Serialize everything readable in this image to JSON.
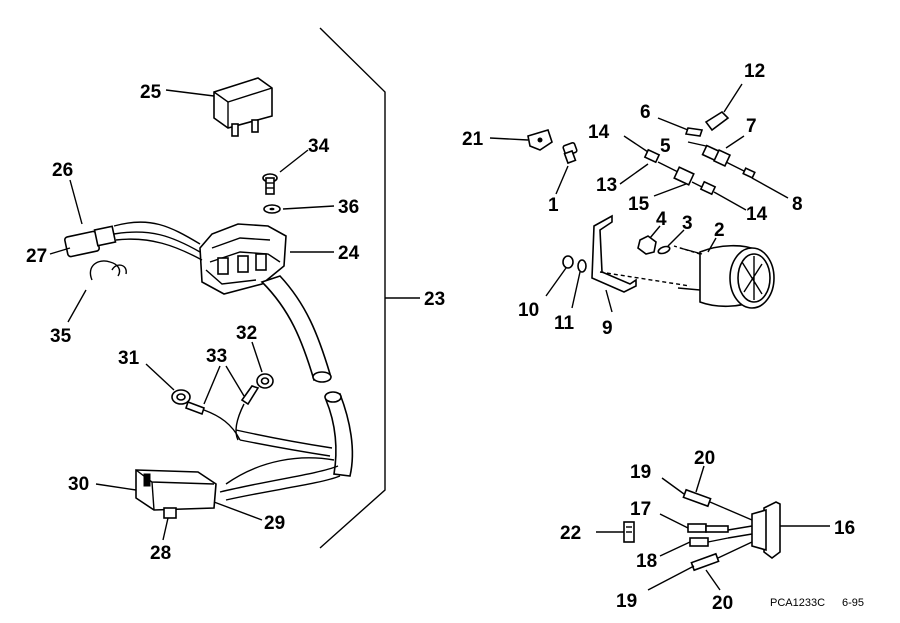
{
  "callouts": {
    "c1": "1",
    "c2": "2",
    "c3": "3",
    "c4": "4",
    "c5": "5",
    "c6": "6",
    "c7": "7",
    "c8": "8",
    "c9": "9",
    "c10": "10",
    "c11": "11",
    "c12": "12",
    "c13": "13",
    "c14a": "14",
    "c14b": "14",
    "c15": "15",
    "c16": "16",
    "c17": "17",
    "c18": "18",
    "c19a": "19",
    "c19b": "19",
    "c20a": "20",
    "c20b": "20",
    "c21": "21",
    "c22": "22",
    "c23": "23",
    "c24": "24",
    "c25": "25",
    "c26": "26",
    "c27": "27",
    "c28": "28",
    "c29": "29",
    "c30": "30",
    "c31": "31",
    "c32": "32",
    "c33": "33",
    "c34": "34",
    "c35": "35",
    "c36": "36"
  },
  "footer": {
    "code": "PCA1233C",
    "date": "6-95"
  }
}
